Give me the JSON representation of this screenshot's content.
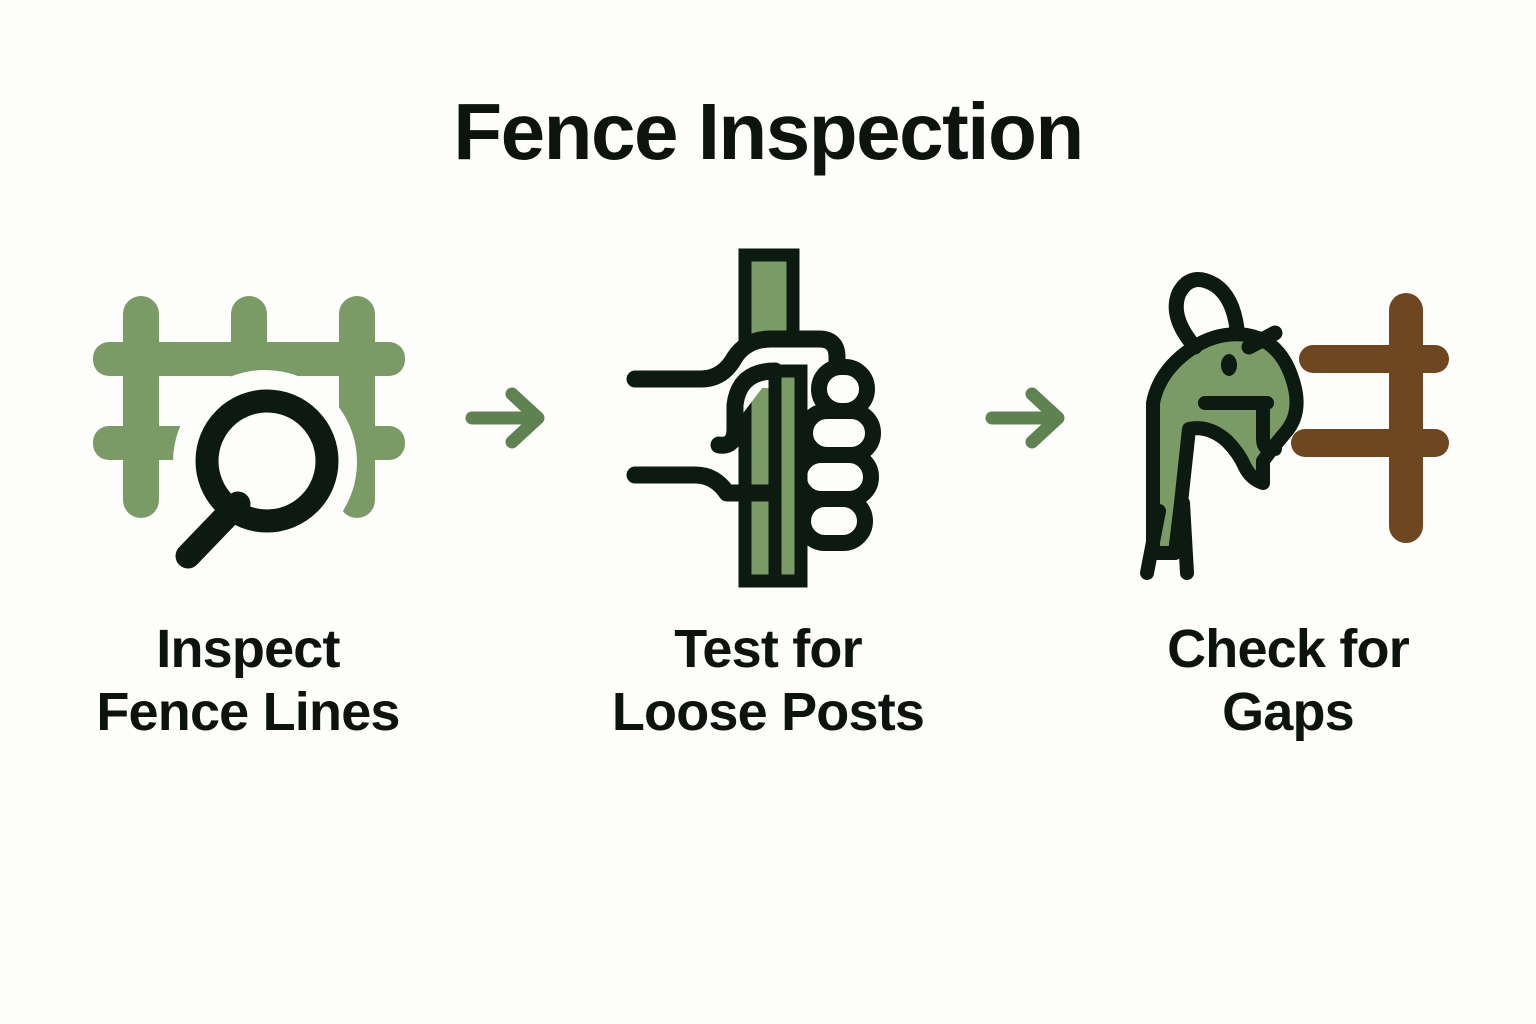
{
  "page": {
    "background_color": "#fdfdfc",
    "title": "Fence Inspection",
    "title_color": "#0d1410"
  },
  "palette": {
    "green": "#7a9b65",
    "dark": "#0d1a12",
    "brown": "#6e4720",
    "text": "#0d1410",
    "background": "#fdfdfc"
  },
  "steps": [
    {
      "id": "inspect-fence-lines",
      "icon_name": "fence-with-magnifier-icon",
      "icon_parts": [
        "fence-posts",
        "fence-rails",
        "magnifying-glass"
      ],
      "icon_colors": [
        "#7a9b65",
        "#0d1a12"
      ],
      "label": "Inspect\nFence Lines"
    },
    {
      "id": "test-for-loose-posts",
      "icon_name": "hand-gripping-post-icon",
      "icon_parts": [
        "fence-post",
        "hand",
        "fingers",
        "thumb",
        "arm"
      ],
      "icon_colors": [
        "#7a9b65",
        "#0d1a12"
      ],
      "label": "Test for\nLoose Posts"
    },
    {
      "id": "check-for-gaps",
      "icon_name": "goat-and-broken-fence-icon",
      "icon_parts": [
        "goat",
        "horn",
        "ear",
        "eye",
        "beard",
        "legs",
        "brown-fence-post",
        "brown-fence-rails"
      ],
      "icon_colors": [
        "#7a9b65",
        "#0d1a12",
        "#6e4720"
      ],
      "label": "Check for\nGaps"
    }
  ],
  "arrows": [
    {
      "name": "arrow-right-icon",
      "direction": "right",
      "color": "#5f8350"
    },
    {
      "name": "arrow-right-icon",
      "direction": "right",
      "color": "#5f8350"
    }
  ]
}
